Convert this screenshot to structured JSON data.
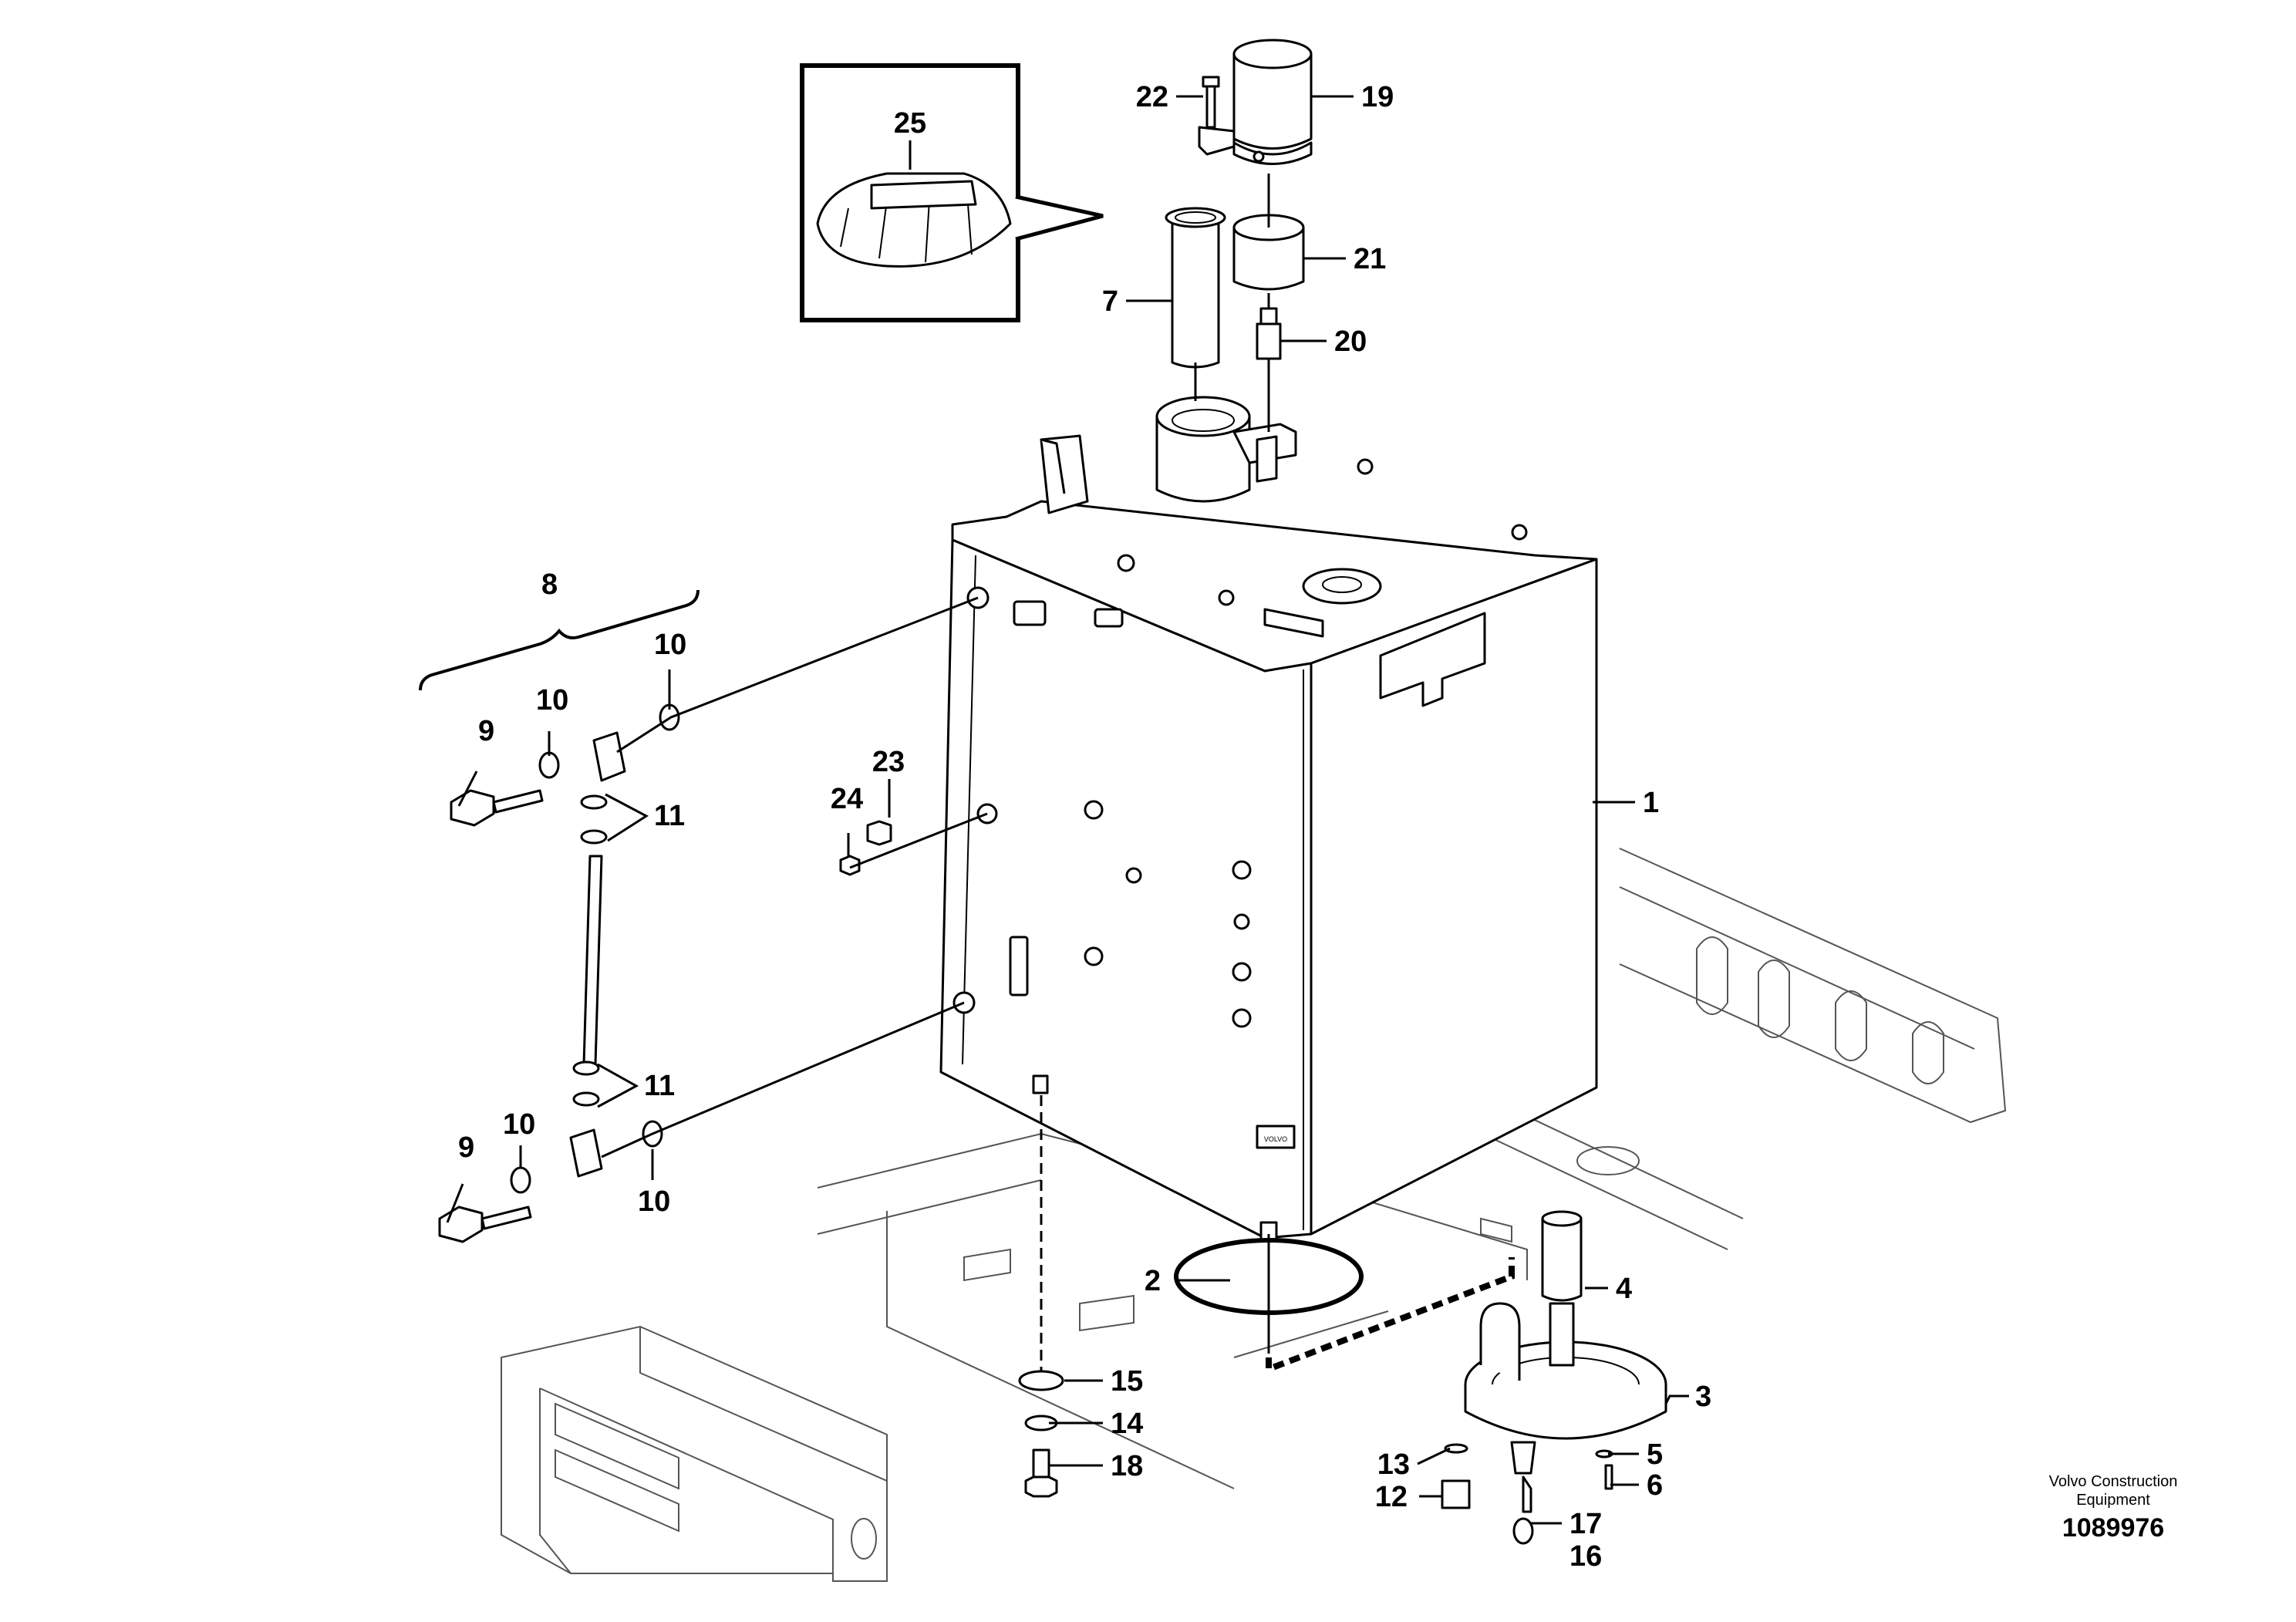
{
  "figure": {
    "credit_line1": "Volvo Construction",
    "credit_line2": "Equipment",
    "drawing_number": "1089976",
    "tank_logo": "VOLVO"
  },
  "callouts": {
    "c1": "1",
    "c2": "2",
    "c3": "3",
    "c4": "4",
    "c5": "5",
    "c6": "6",
    "c7": "7",
    "c8": "8",
    "c9a": "9",
    "c9b": "9",
    "c10a": "10",
    "c10b": "10",
    "c10c": "10",
    "c10d": "10",
    "c11a": "11",
    "c11b": "11",
    "c12": "12",
    "c13": "13",
    "c14": "14",
    "c15": "15",
    "c16": "16",
    "c17": "17",
    "c18": "18",
    "c19": "19",
    "c20": "20",
    "c21": "21",
    "c22": "22",
    "c23": "23",
    "c24": "24",
    "c25": "25"
  }
}
